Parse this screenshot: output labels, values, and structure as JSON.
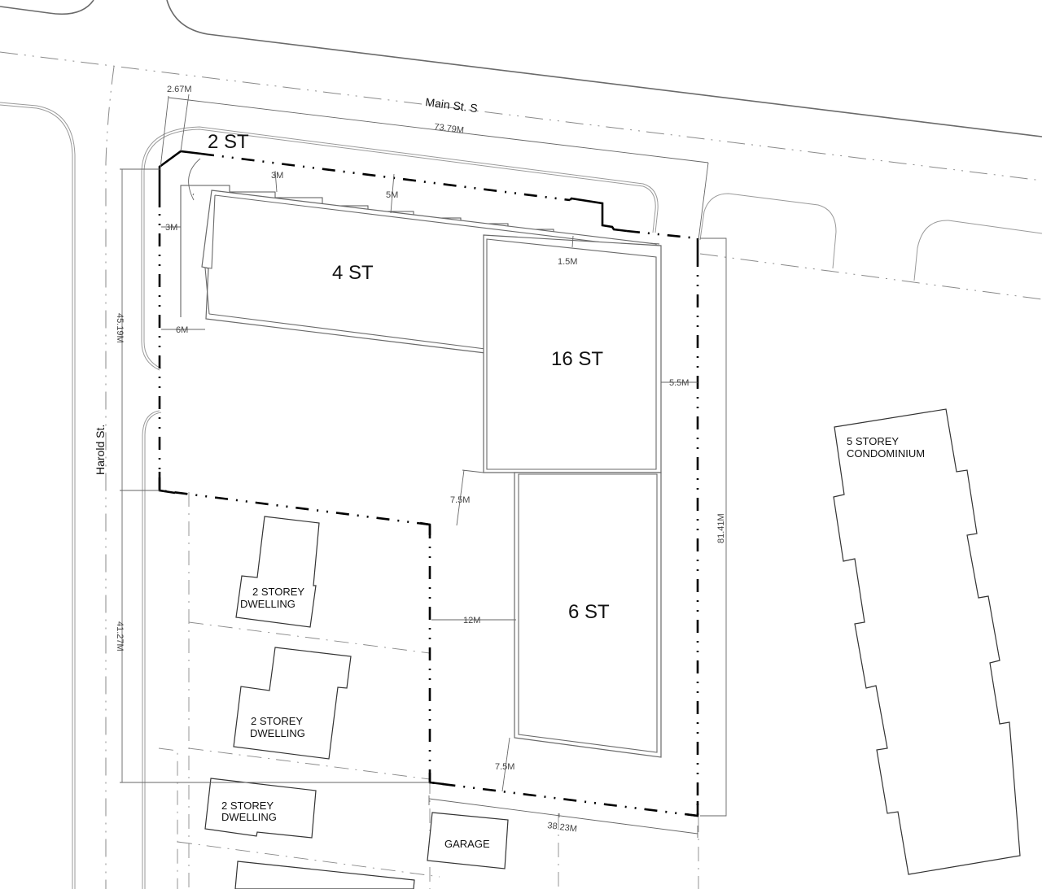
{
  "streets": {
    "main": "Main St. S",
    "harold": "Harold St."
  },
  "buildings": {
    "corner": "2 ST",
    "north_wing": "4 ST",
    "tower": "16 ST",
    "south_wing": "6 ST"
  },
  "neighbours": {
    "condo_line1": "5 STOREY",
    "condo_line2": "CONDOMINIUM",
    "dwelling_line1": "2 STOREY",
    "dwelling_line2": "DWELLING",
    "garage": "GARAGE"
  },
  "dimensions": {
    "corner_offset": "2.67M",
    "frontage_main": "73.79M",
    "stepback_3m_top": "3M",
    "stepback_5m": "5M",
    "stepback_3m_side": "3M",
    "setback_6m": "6M",
    "stepback_1_5m": "1.5M",
    "setback_5_5m": "5.5M",
    "setback_7_5m_mid": "7.5M",
    "separation_12m": "12M",
    "setback_7_5m_rear": "7.5M",
    "depth_harold_north": "45.19M",
    "depth_harold_south": "41.27M",
    "depth_east": "81.41M",
    "frontage_rear": "38.23M"
  }
}
